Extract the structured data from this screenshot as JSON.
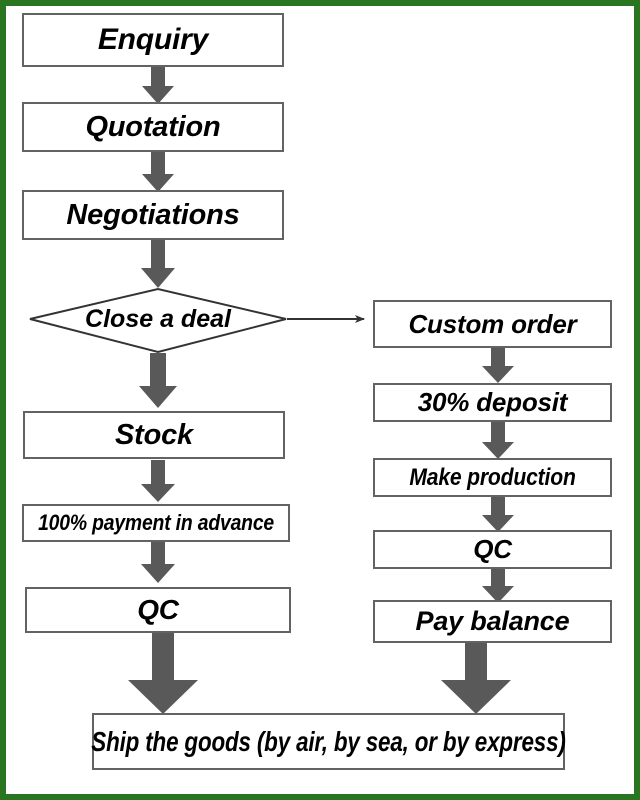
{
  "diagram": {
    "type": "flowchart",
    "title_visible": false,
    "border_color": "#2a7521",
    "box_border_color": "#636363",
    "arrow_color": "#595959",
    "line_color": "#333333",
    "background": "#ffffff",
    "nodes": [
      {
        "id": "enquiry",
        "label": "Enquiry",
        "shape": "rect",
        "column": "left"
      },
      {
        "id": "quotation",
        "label": "Quotation",
        "shape": "rect",
        "column": "left"
      },
      {
        "id": "negotiations",
        "label": "Negotiations",
        "shape": "rect",
        "column": "left"
      },
      {
        "id": "close-a-deal",
        "label": "Close a deal",
        "shape": "diamond",
        "column": "left"
      },
      {
        "id": "stock",
        "label": "Stock",
        "shape": "rect",
        "column": "left"
      },
      {
        "id": "full-payment",
        "label": "100% payment in advance",
        "shape": "rect",
        "column": "left"
      },
      {
        "id": "qc-left",
        "label": "QC",
        "shape": "rect",
        "column": "left"
      },
      {
        "id": "custom-order",
        "label": "Custom order",
        "shape": "rect",
        "column": "right"
      },
      {
        "id": "deposit",
        "label": "30% deposit",
        "shape": "rect",
        "column": "right"
      },
      {
        "id": "make-production",
        "label": "Make production",
        "shape": "rect",
        "column": "right"
      },
      {
        "id": "qc-right",
        "label": "QC",
        "shape": "rect",
        "column": "right"
      },
      {
        "id": "pay-balance",
        "label": "Pay balance",
        "shape": "rect",
        "column": "right"
      },
      {
        "id": "ship-goods",
        "label": "Ship the goods (by air, by sea, or by express)",
        "shape": "rect",
        "column": "center"
      }
    ],
    "edges": [
      {
        "from": "enquiry",
        "to": "quotation",
        "style": "block-arrow-down"
      },
      {
        "from": "quotation",
        "to": "negotiations",
        "style": "block-arrow-down"
      },
      {
        "from": "negotiations",
        "to": "close-a-deal",
        "style": "block-arrow-down"
      },
      {
        "from": "close-a-deal",
        "to": "stock",
        "style": "block-arrow-down"
      },
      {
        "from": "close-a-deal",
        "to": "custom-order",
        "style": "thin-arrow-right"
      },
      {
        "from": "stock",
        "to": "full-payment",
        "style": "block-arrow-down"
      },
      {
        "from": "full-payment",
        "to": "qc-left",
        "style": "block-arrow-down"
      },
      {
        "from": "qc-left",
        "to": "ship-goods",
        "style": "block-arrow-down-large"
      },
      {
        "from": "custom-order",
        "to": "deposit",
        "style": "block-arrow-down"
      },
      {
        "from": "deposit",
        "to": "make-production",
        "style": "block-arrow-down"
      },
      {
        "from": "make-production",
        "to": "qc-right",
        "style": "block-arrow-down"
      },
      {
        "from": "qc-right",
        "to": "pay-balance",
        "style": "block-arrow-down"
      },
      {
        "from": "pay-balance",
        "to": "ship-goods",
        "style": "block-arrow-down-large"
      }
    ]
  }
}
